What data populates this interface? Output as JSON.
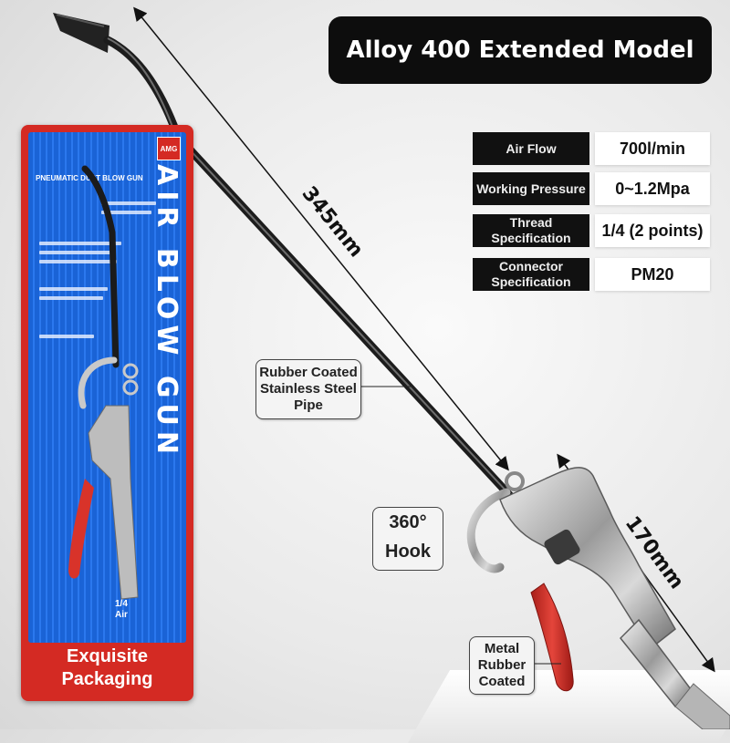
{
  "title": "Alloy 400 Extended Model",
  "specs": [
    {
      "label": "Air Flow",
      "value": "700l/min"
    },
    {
      "label": "Working Pressure",
      "value": "0~1.2Mpa"
    },
    {
      "label": "Thread Specification",
      "value": "1/4 (2 points)"
    },
    {
      "label": "Connector Specification",
      "value": "PM20"
    }
  ],
  "dimensions": {
    "pipe_length": "345mm",
    "handle_length": "170mm"
  },
  "callouts": {
    "pipe": "Rubber Coated Stainless Steel Pipe",
    "hook": "360° Hook",
    "trigger": "Metal Rubber Coated"
  },
  "package": {
    "caption": "Exquisite Packaging",
    "badge": "AMG",
    "vertical_text": "AIR BLOW GUN",
    "header": "PNEUMATIC DUST BLOW GUN",
    "thread_note_1": "1/4",
    "thread_note_2": "Air"
  },
  "colors": {
    "package_red": "#d42a23",
    "package_blue": "#1a63d6",
    "trigger_red": "#d8332a",
    "title_bg": "#0d0d0d"
  }
}
